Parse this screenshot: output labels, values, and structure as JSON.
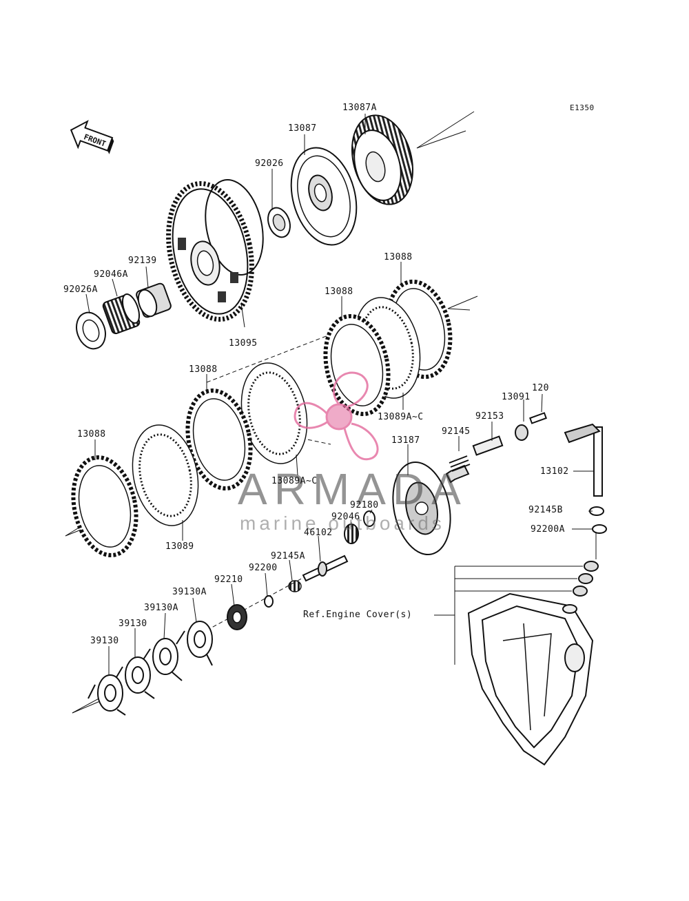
{
  "diagram_code": "E1350",
  "front_arrow_label": "FRONT",
  "watermark": {
    "brand": "ARMADA",
    "tagline": "marine outboards",
    "accent": "#e36a9c"
  },
  "reference_note": "Ref.Engine Cover(s)",
  "part_labels": [
    "13087A",
    "13087",
    "92026",
    "92139",
    "92046A",
    "92026A",
    "13095",
    "13088",
    "13088",
    "13088",
    "13088",
    "13089A~C",
    "13089A~C",
    "13089",
    "13091",
    "120",
    "92153",
    "92145",
    "13187",
    "13102",
    "92145B",
    "92200A",
    "92180",
    "92046",
    "46102",
    "92145A",
    "92200",
    "92210",
    "39130A",
    "39130A",
    "39130",
    "39130"
  ]
}
